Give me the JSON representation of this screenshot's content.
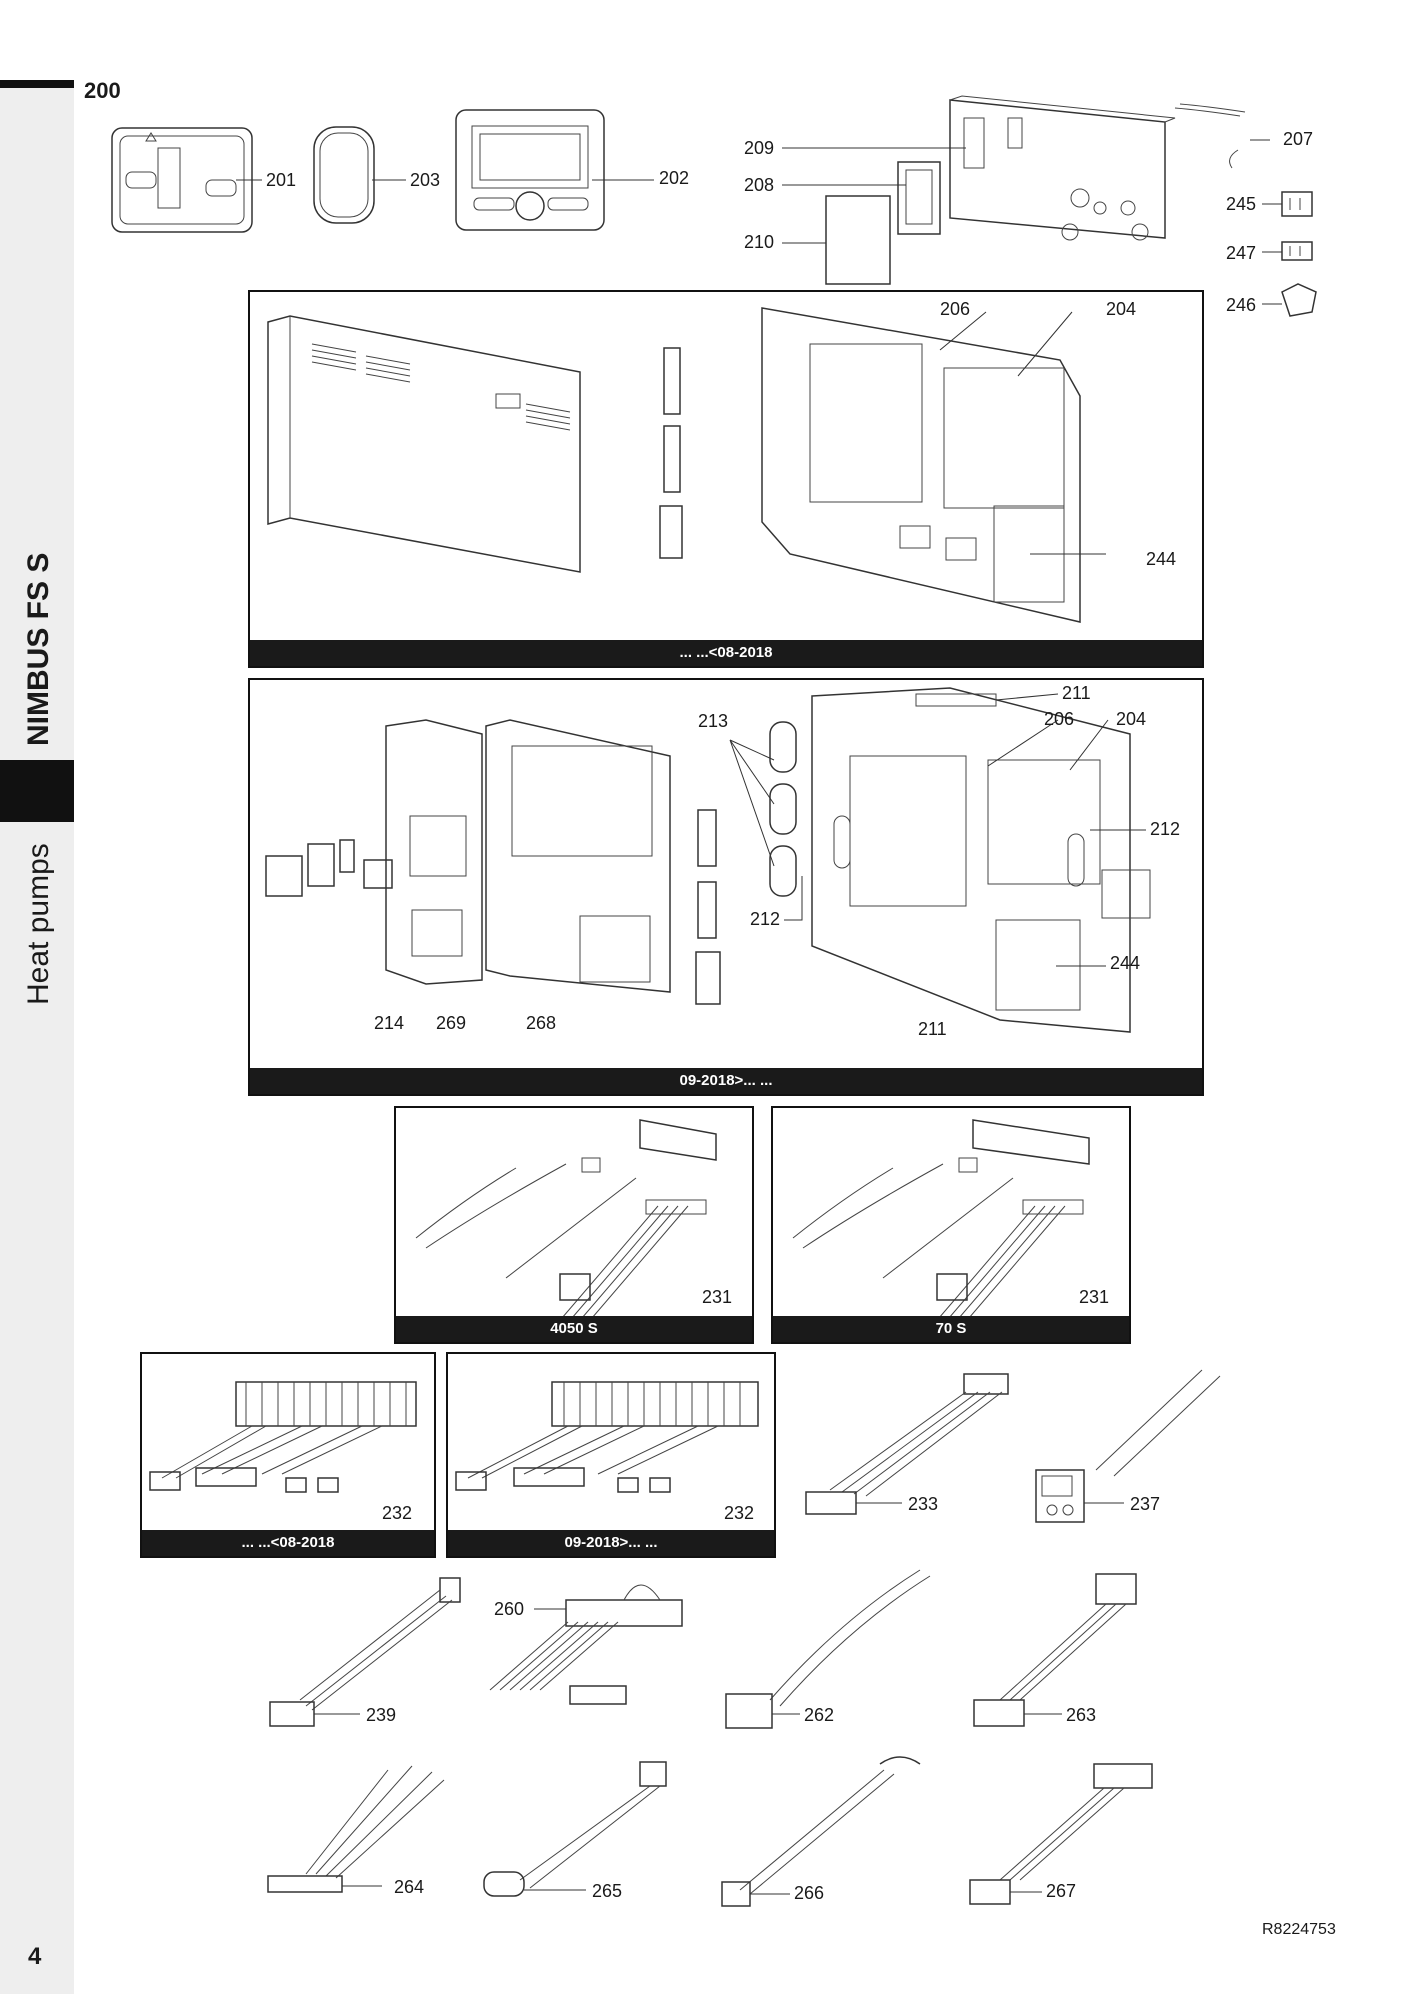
{
  "side_tab": {
    "product": "NIMBUS FS S",
    "category": "Heat pumps"
  },
  "figure_number": "200",
  "page_number": "4",
  "document_ref": "R8224753",
  "panels": {
    "pcb_old": {
      "caption": "... ...<08-2018"
    },
    "pcb_new": {
      "caption": "09-2018>... ..."
    },
    "harness_4050": {
      "caption": "4050 S"
    },
    "harness_70": {
      "caption": "70 S"
    },
    "terminal_old": {
      "caption": "... ...<08-2018"
    },
    "terminal_new": {
      "caption": "09-2018>... ..."
    }
  },
  "callouts": {
    "c201": "201",
    "c203": "203",
    "c202": "202",
    "c209": "209",
    "c208": "208",
    "c210": "210",
    "c207": "207",
    "c245": "245",
    "c247": "247",
    "c246": "246",
    "c206a": "206",
    "c204a": "204",
    "c244a": "244",
    "c211a": "211",
    "c213": "213",
    "c206b": "206",
    "c204b": "204",
    "c212a": "212",
    "c212b": "212",
    "c244b": "244",
    "c211b": "211",
    "c214": "214",
    "c269": "269",
    "c268": "268",
    "c231a": "231",
    "c231b": "231",
    "c232a": "232",
    "c232b": "232",
    "c233": "233",
    "c237": "237",
    "c260": "260",
    "c239": "239",
    "c262": "262",
    "c263": "263",
    "c264": "264",
    "c265": "265",
    "c266": "266",
    "c267": "267"
  }
}
